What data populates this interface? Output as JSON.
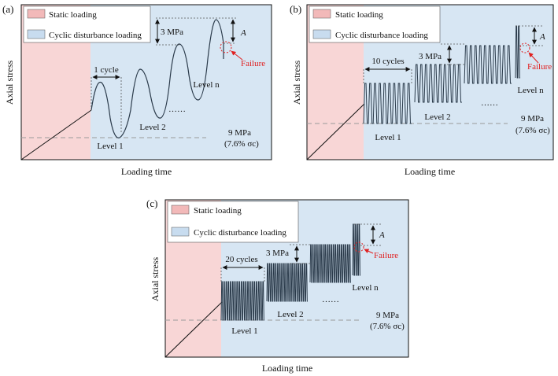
{
  "colors": {
    "static_bg": "#f8d6d6",
    "static_legend": "#f2b9b9",
    "cyclic_bg": "#d7e6f3",
    "cyclic_legend": "#c8dcef",
    "wave": "#2a3a4a",
    "dashed": "#9a9a9a",
    "failure": "#e02020",
    "text": "#111111"
  },
  "panels": [
    {
      "id": "a",
      "panel_label": "(a)",
      "legend_static": "Static loading",
      "legend_cyclic": "Cyclic disturbance loading",
      "y_axis_label": "Axial stress",
      "x_axis_label": "Loading time",
      "cycles_label": "1 cycle",
      "step_label": "3 MPa",
      "amplitude_label": "A",
      "failure_label": "Failure",
      "level_1_label": "Level 1",
      "level_2_label": "Level 2",
      "level_n_label": "Level n",
      "ellipsis_label": "……",
      "baseline_label": "9 MPa",
      "baseline_pct_label": "(7.6% σc)"
    },
    {
      "id": "b",
      "panel_label": "(b)",
      "legend_static": "Static loading",
      "legend_cyclic": "Cyclic disturbance loading",
      "y_axis_label": "Axial stress",
      "x_axis_label": "Loading time",
      "cycles_label": "10 cycles",
      "step_label": "3 MPa",
      "amplitude_label": "A",
      "failure_label": "Failure",
      "level_1_label": "Level 1",
      "level_2_label": "Level 2",
      "level_n_label": "Level n",
      "ellipsis_label": "……",
      "baseline_label": "9 MPa",
      "baseline_pct_label": "(7.6% σc)"
    },
    {
      "id": "c",
      "panel_label": "(c)",
      "legend_static": "Static loading",
      "legend_cyclic": "Cyclic disturbance loading",
      "y_axis_label": "Axial stress",
      "x_axis_label": "Loading time",
      "cycles_label": "20 cycles",
      "step_label": "3 MPa",
      "amplitude_label": "A",
      "failure_label": "Failure",
      "level_1_label": "Level 1",
      "level_2_label": "Level 2",
      "level_n_label": "Level n",
      "ellipsis_label": "……",
      "baseline_label": "9 MPa",
      "baseline_pct_label": "(7.6% σc)"
    }
  ]
}
